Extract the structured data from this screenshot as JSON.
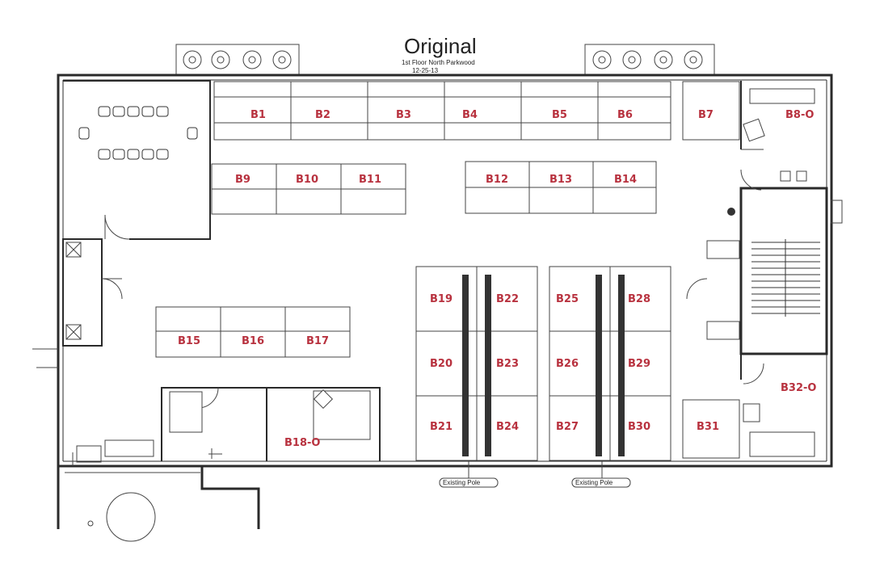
{
  "title": "Original",
  "subtitle_line1": "1st Floor North Parkwood",
  "subtitle_line2": "12-25-13",
  "pole_labels": [
    "Existing Pole",
    "Existing Pole"
  ],
  "rooms": [
    "B1",
    "B2",
    "B3",
    "B4",
    "B5",
    "B6",
    "B7",
    "B8-O",
    "B9",
    "B10",
    "B11",
    "B12",
    "B13",
    "B14",
    "B15",
    "B16",
    "B17",
    "B18-O",
    "B19",
    "B22",
    "B25",
    "B28",
    "B20",
    "B23",
    "B26",
    "B29",
    "B21",
    "B24",
    "B27",
    "B30",
    "B31",
    "B32-O"
  ],
  "colors": {
    "label": "#b8323f",
    "wall": "#2a2a2a",
    "line": "#444444"
  }
}
